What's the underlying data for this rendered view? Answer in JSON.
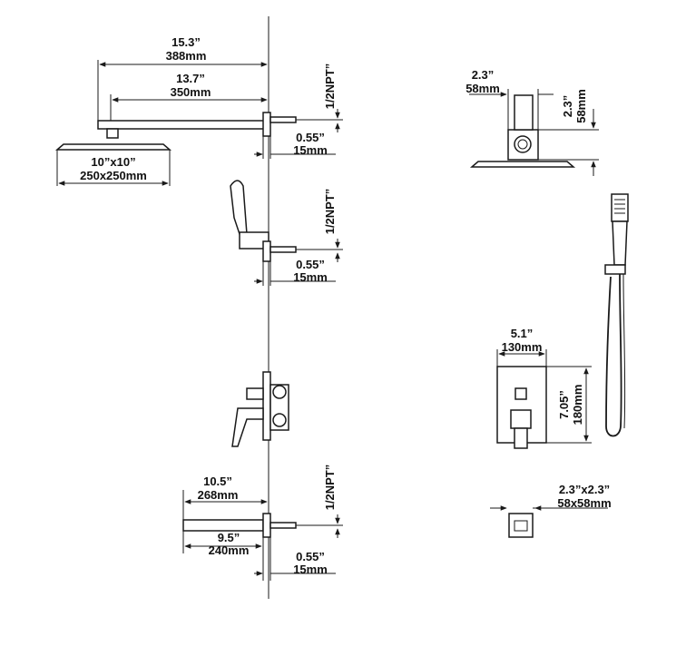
{
  "colors": {
    "line": "#1a1a1a",
    "text": "#111111",
    "background": "#ffffff"
  },
  "dimensions": {
    "arm_total_in": "15.3”",
    "arm_total_mm": "388mm",
    "arm_inner_in": "13.7”",
    "arm_inner_mm": "350mm",
    "npt_1": "1/2NPT”",
    "offset_1_in": "0.55”",
    "offset_1_mm": "15mm",
    "head_in": "10”x10”",
    "head_mm": "250x250mm",
    "npt_2": "1/2NPT”",
    "offset_2_in": "0.55”",
    "offset_2_mm": "15mm",
    "spout_total_in": "10.5”",
    "spout_total_mm": "268mm",
    "npt_3": "1/2NPT”",
    "spout_inner_in": "9.5”",
    "spout_inner_mm": "240mm",
    "offset_3_in": "0.55”",
    "offset_3_mm": "15mm",
    "flange_w_in": "2.3”",
    "flange_w_mm": "58mm",
    "flange_h_in": "2.3”",
    "flange_h_mm": "58mm",
    "plate_w_in": "5.1”",
    "plate_w_mm": "130mm",
    "plate_h_in": "7.05”",
    "plate_h_mm": "180mm",
    "outlet_in": "2.3”x2.3”",
    "outlet_mm": "58x58mm"
  }
}
